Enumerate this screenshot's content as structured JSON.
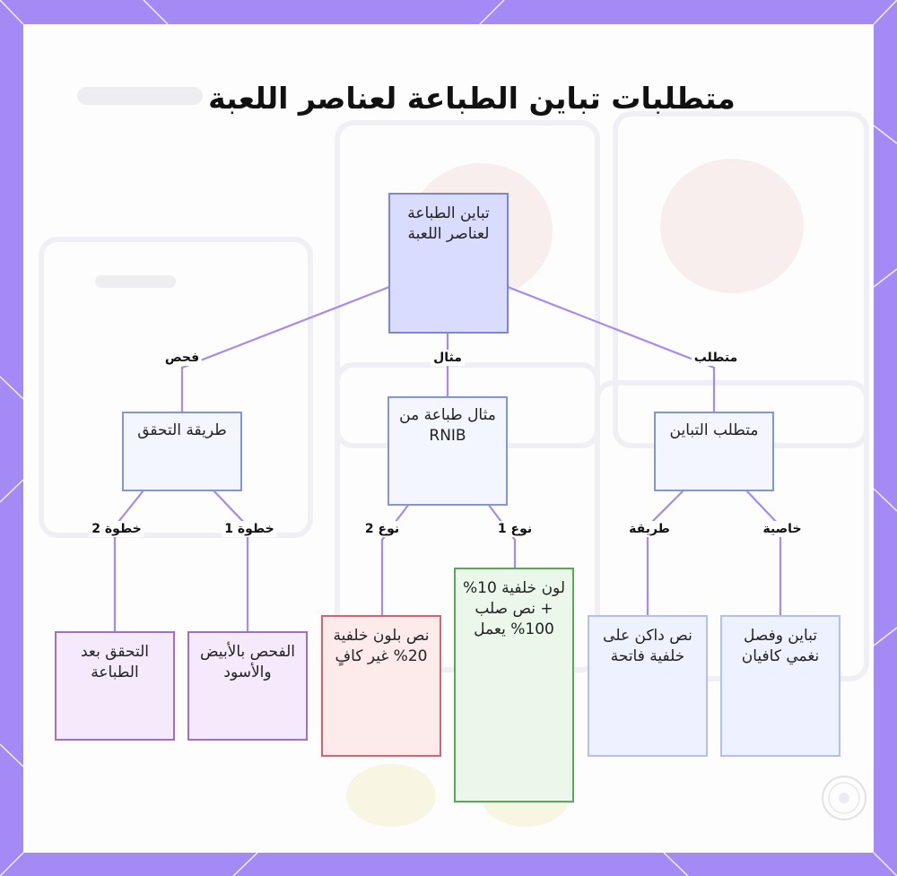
{
  "title": "متطلبات تباين الطباعة لعناصر اللعبة",
  "nodes": {
    "root": "تباين الطباعة لعناصر اللعبة",
    "method": "طريقة التحقق",
    "example": "مثال طباعة من RNIB",
    "requirement": "متطلب التباين",
    "check_after": "التحقق بعد الطباعة",
    "bw_check": "الفحص بالأبيض والأسود",
    "bad_text": "نص بلون خلفية 20% غير كافٍ",
    "good_text": "لون خلفية 10% + نص صلب 100% يعمل",
    "dark_light": "نص داكن على خلفية فاتحة",
    "tonal": "تباين وفصل نغمي كافيان"
  },
  "edge_labels": {
    "check": "فحص",
    "example": "مثال",
    "requirement": "متطلب",
    "step2": "خطوة 2",
    "step1": "خطوة 1",
    "type2": "نوع 2",
    "type1": "نوع 1",
    "method": "طريقة",
    "property": "خاصية"
  },
  "colors": {
    "frame": "#a48af4",
    "edge": "#a48af4",
    "root_fill": "#dadcff",
    "leaf_purple": "#f5eafc",
    "leaf_red": "#fdeaea",
    "leaf_green": "#eaf7ea",
    "leaf_blue": "#eef1ff"
  }
}
